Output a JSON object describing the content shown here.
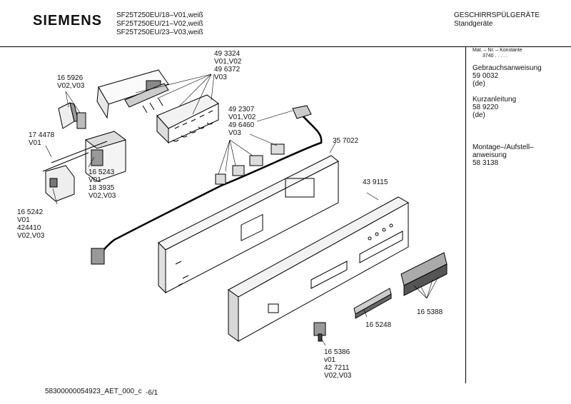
{
  "header": {
    "brand": "SIEMENS",
    "models": [
      "SF25T250EU/18–V01,weiß",
      "SF25T250EU/21–V02,weiß",
      "SF25T250EU/23–V03,weiß"
    ],
    "category": "GESCHIRRSPÜLGERÄTE",
    "subcategory": "Standgeräte"
  },
  "sidebar": {
    "heading": "Mat. – Nr. – Konstante",
    "heading_value": "3740 . . . . .",
    "docs": [
      {
        "title": "Gebrauchsanweisung",
        "lines": [
          "59 0032",
          "(de)"
        ]
      },
      {
        "title": "Kurzanleitung",
        "lines": [
          "58 9220",
          "(de)"
        ]
      },
      {
        "title": "Montage–/Aufstell–",
        "lines": [
          "anweisung",
          "58 3138"
        ]
      }
    ]
  },
  "parts": [
    {
      "lines": [
        "49 3324",
        "V01,V02",
        "49 6372",
        "V03"
      ]
    },
    {
      "lines": [
        "16 5926",
        "V02,V03"
      ]
    },
    {
      "lines": [
        "17 4478",
        "V01"
      ]
    },
    {
      "lines": [
        "49 2307",
        "V01,V02",
        "49 6460",
        "V03"
      ]
    },
    {
      "lines": [
        "35 7022"
      ]
    },
    {
      "lines": [
        "16 5243",
        "V01",
        "18 3935",
        "V02,V03"
      ]
    },
    {
      "lines": [
        "16 5242",
        "V01",
        "424410",
        "V02,V03"
      ]
    },
    {
      "lines": [
        "43 9115"
      ]
    },
    {
      "lines": [
        "16 5388"
      ]
    },
    {
      "lines": [
        "16 5248"
      ]
    },
    {
      "lines": [
        "16 5386",
        "v01",
        "42 7211",
        "V02,V03"
      ]
    }
  ],
  "footer": {
    "doc_id": "58300000054923_AET_000_c",
    "page": "-6/1"
  }
}
